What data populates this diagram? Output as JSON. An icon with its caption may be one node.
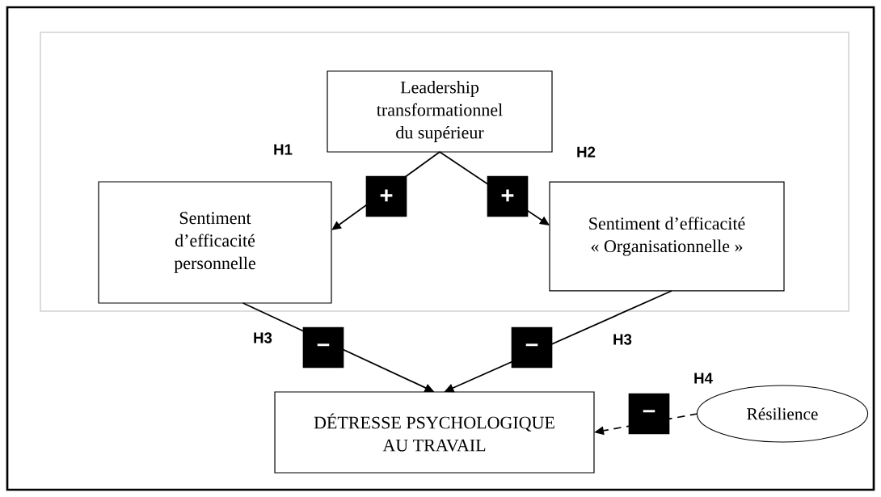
{
  "diagram": {
    "nodes": [
      {
        "text": [],
        "shape": "box"
      },
      {
        "text": [
          "Leadership transformationnel du supérieur"
        ],
        "in": 0
      },
      {
        "text": [
          "Sentiment d’efficacité personnelle"
        ],
        "in": 0
      },
      {
        "text": [
          "Sentiment d’efficacité « Organisationnelle »"
        ],
        "in": 0
      },
      {
        "text": [
          "DÉTRESSE PSYCHOLOGIQUE AU TRAVAIL"
        ]
      },
      {
        "text": [
          "Résilience"
        ]
      }
    ],
    "edges": [
      {
        "from": 1,
        "to": 2,
        "arrow": "to",
        "label": "+"
      },
      {
        "from": 1,
        "to": 3,
        "arrow": "to",
        "label": "+"
      },
      {
        "from": 2,
        "to": 4,
        "arrow": "to",
        "label": "–"
      },
      {
        "from": 3,
        "to": 4,
        "arrow": "to",
        "label": "–"
      },
      {
        "from": 5,
        "to": 4,
        "arrow": "to",
        "label": "–",
        "style": "dashed"
      }
    ],
    "labels": [
      "H1",
      "H2",
      "H3",
      "H3",
      "H4"
    ]
  }
}
